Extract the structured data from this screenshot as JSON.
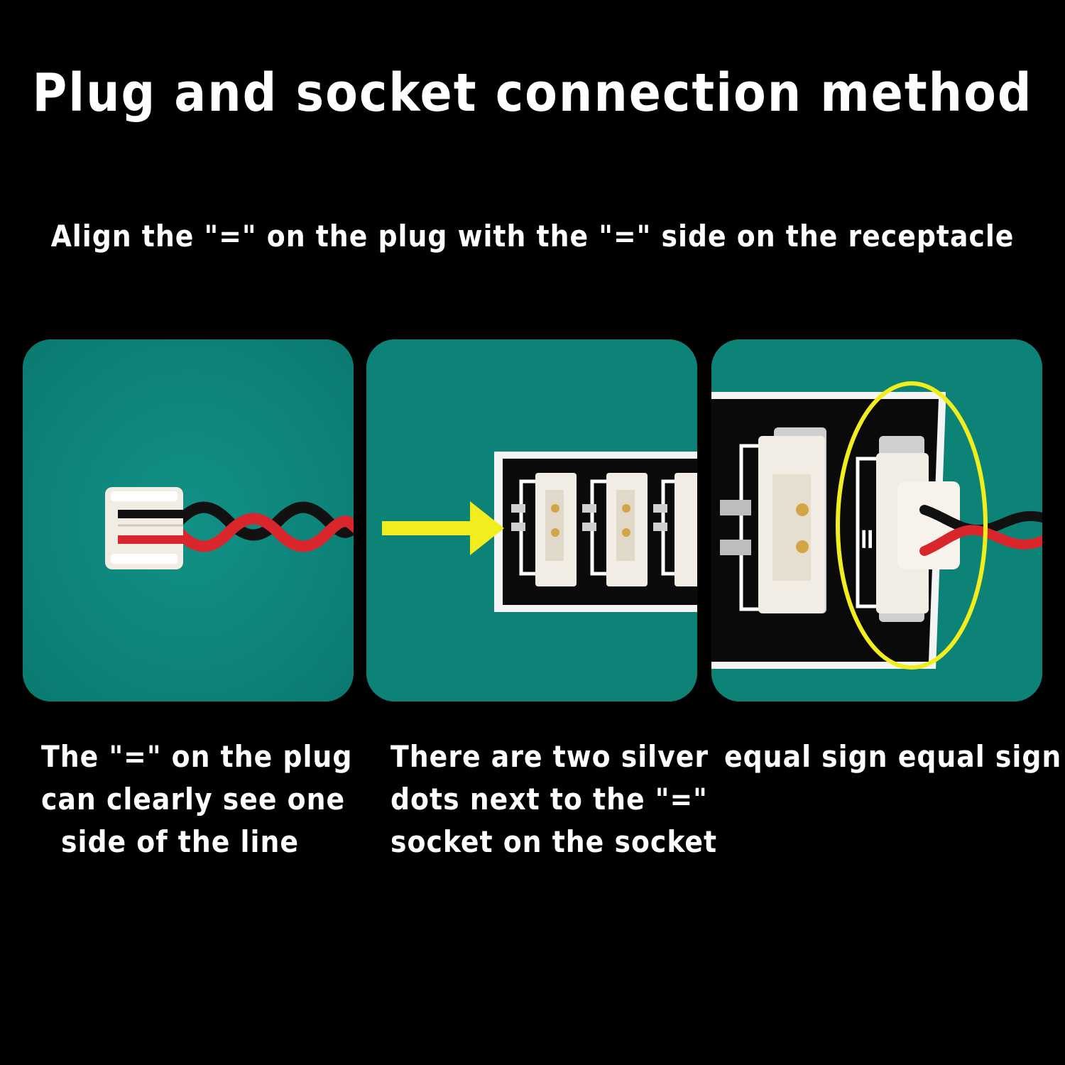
{
  "header": {
    "title": "Plug and socket connection method",
    "subtitle": "Align the \"=\" on the plug with the \"=\" side on the receptacle"
  },
  "panels": [
    {
      "caption_lines": [
        "The \"=\" on the plug",
        "can clearly see one",
        "side of the line"
      ]
    },
    {
      "caption_lines": [
        "There are two silver",
        "dots next to the \"=\"",
        "socket on the socket"
      ]
    },
    {
      "caption_lines": [
        "equal sign equal sign"
      ]
    }
  ],
  "colors": {
    "background": "#000000",
    "panel_teal": "#0d8378",
    "highlight_yellow": "#f2ee1d",
    "wire_red": "#d8262c",
    "wire_black": "#111111",
    "board_black": "#0a0a0a",
    "connector_white": "#f2ede4"
  },
  "icons": {
    "arrow": "yellow-right-arrow",
    "highlight": "yellow-ellipse-outline"
  }
}
